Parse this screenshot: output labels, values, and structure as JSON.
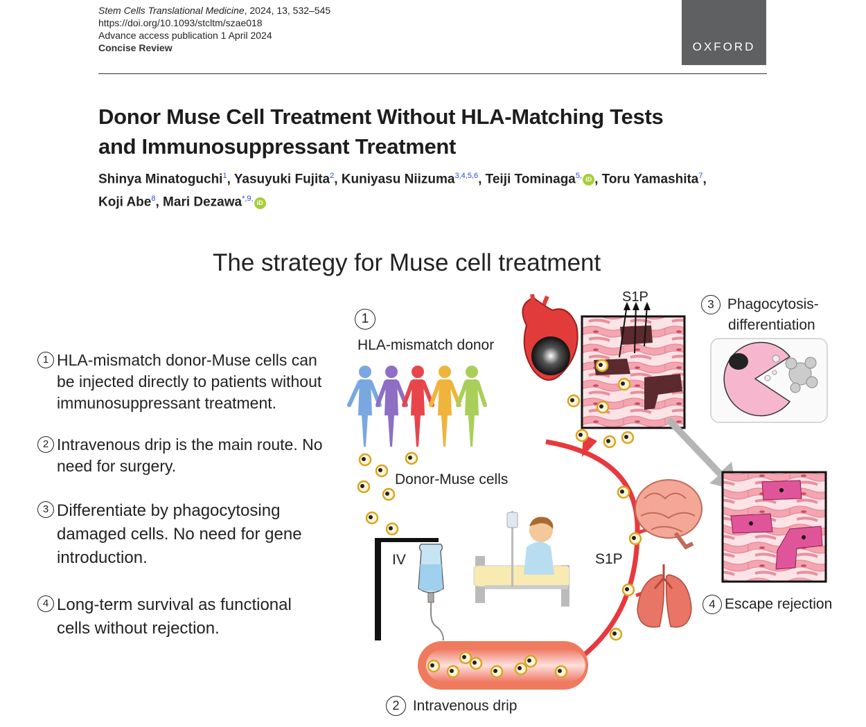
{
  "header": {
    "journal": "Stem Cells Translational Medicine",
    "citation": ", 2024, 13, 532–545",
    "doi": "https://doi.org/10.1093/stcltm/szae018",
    "publication": "Advance access publication 1 April 2024",
    "article_type": "Concise Review",
    "publisher": "OXFORD"
  },
  "article": {
    "title_line1": "Donor Muse Cell Treatment Without HLA-Matching Tests",
    "title_line2": "and Immunosuppressant Treatment",
    "authors": [
      {
        "name": "Shinya Minatoguchi",
        "aff": "1",
        "orcid": false
      },
      {
        "name": "Yasuyuki Fujita",
        "aff": "2",
        "orcid": false
      },
      {
        "name": "Kuniyasu Niizuma",
        "aff": "3,4,5,6",
        "orcid": false
      },
      {
        "name": "Teiji Tominaga",
        "aff": "5,",
        "orcid": true
      },
      {
        "name": "Toru Yamashita",
        "aff": "7",
        "orcid": false
      },
      {
        "name": "Koji Abe",
        "aff": "8",
        "orcid": false
      },
      {
        "name": "Mari Dezawa",
        "aff": "*,9,",
        "orcid": true
      }
    ],
    "orcid_label": "iD"
  },
  "figure": {
    "title": "The strategy for Muse cell treatment",
    "points": [
      {
        "num": "1",
        "line1": "HLA-mismatch donor-Muse cells can",
        "line2": "be injected directly to patients without",
        "line3": "immunosuppressant treatment."
      },
      {
        "num": "2",
        "line1": "Intravenous drip is the main route. No",
        "line2": "need for surgery.",
        "line3": ""
      },
      {
        "num": "3",
        "line1": "Differentiate by phagocytosing",
        "line2": "damaged cells. No need for gene",
        "line3": "introduction."
      },
      {
        "num": "4",
        "line1": "Long-term survival as functional",
        "line2": "cells without rejection.",
        "line3": ""
      }
    ],
    "labels": {
      "donor_num": "1",
      "donor": "HLA-mismatch donor",
      "donor_cells": "Donor-Muse cells",
      "iv": "IV",
      "drip_num": "2",
      "drip": "Intravenous drip",
      "s1p_top": "S1P",
      "s1p_mid": "S1P",
      "phago_num": "3",
      "phago_line1": "Phagocytosis-",
      "phago_line2": "differentiation",
      "escape_num": "4",
      "escape": "Escape rejection"
    },
    "colors": {
      "vessel": "#e8383d",
      "muscle": "#f4a5b0",
      "cell_ring": "#d9a520",
      "donor_figures": [
        "#7aa7e0",
        "#8e6fc4",
        "#e8454a",
        "#f0b43c",
        "#a9cf5a"
      ],
      "differentiated_cell": "#e0559a",
      "damaged_cell": "#5a2a2e"
    }
  }
}
